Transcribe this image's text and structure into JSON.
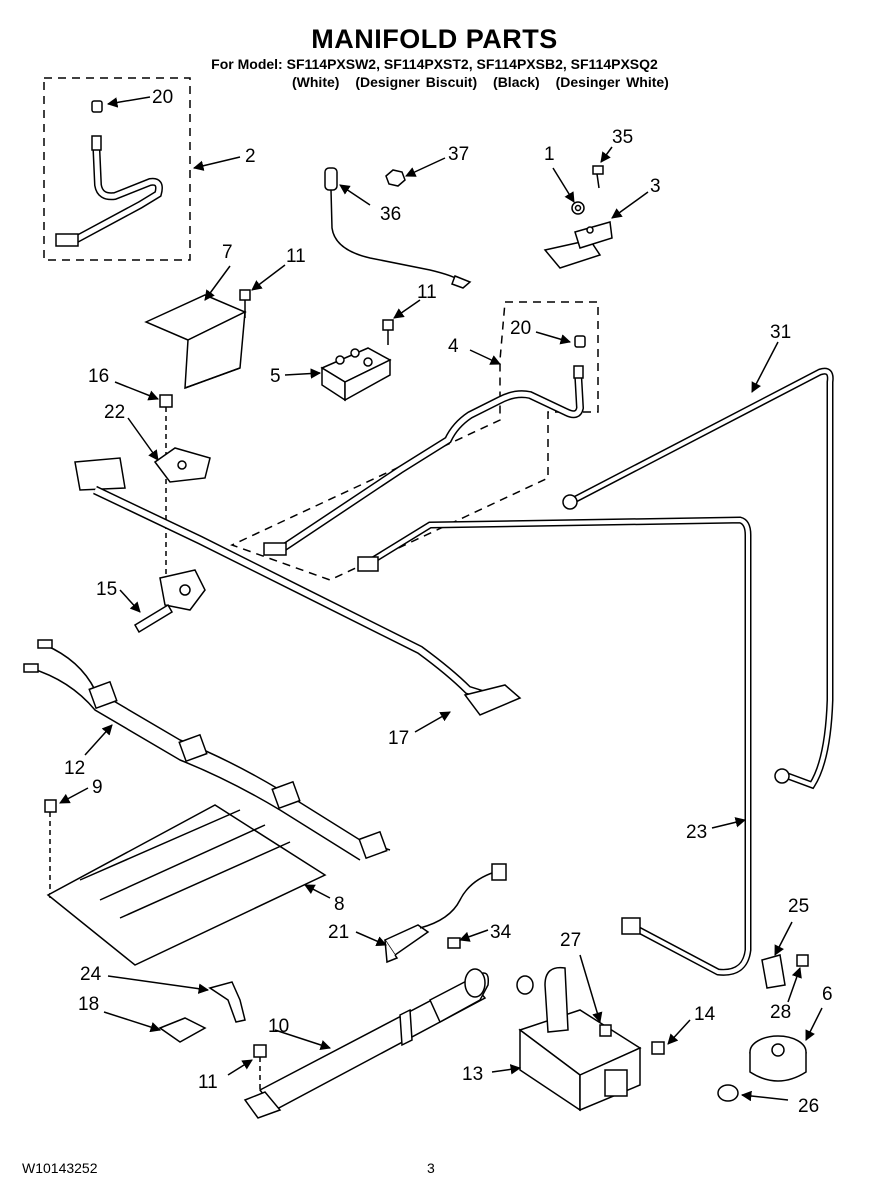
{
  "header": {
    "title": "MANIFOLD PARTS",
    "models": "For Model: SF114PXSW2, SF114PXST2, SF114PXSB2, SF114PXSQ2",
    "colors": [
      "(White)",
      "(Designer Biscuit)",
      "(Black)",
      "(Desinger White)"
    ]
  },
  "footer": {
    "doc_number": "W10143252",
    "page_number": "3"
  },
  "callouts": {
    "c1": "1",
    "c2": "2",
    "c3": "3",
    "c4": "4",
    "c5": "5",
    "c6": "6",
    "c7": "7",
    "c8": "8",
    "c9": "9",
    "c10": "10",
    "c11a": "11",
    "c11b": "11",
    "c11c": "11",
    "c12": "12",
    "c13": "13",
    "c14": "14",
    "c15": "15",
    "c16": "16",
    "c17": "17",
    "c18": "18",
    "c20a": "20",
    "c20b": "20",
    "c21": "21",
    "c22": "22",
    "c23": "23",
    "c24": "24",
    "c25": "25",
    "c26": "26",
    "c27": "27",
    "c28": "28",
    "c31": "31",
    "c34": "34",
    "c35": "35",
    "c36": "36",
    "c37": "37"
  }
}
